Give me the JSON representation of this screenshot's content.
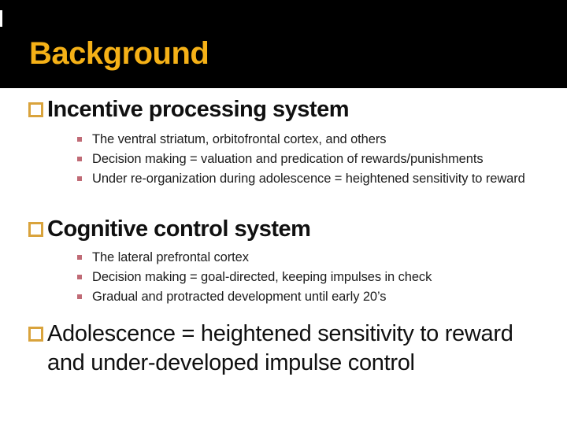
{
  "slide": {
    "title": "Background",
    "colors": {
      "banner": "#000000",
      "title_gold": "#F5B117",
      "heading_square_gold": "#D9A33C",
      "sub_bullet_pink": "#C06B76",
      "body_text": "#1C1C1C"
    },
    "sections": [
      {
        "heading": "Incentive processing system",
        "bullets": [
          "The ventral striatum, orbitofrontal cortex, and others",
          "Decision making = valuation and predication of rewards/punishments",
          "Under re-organization during adolescence = heightened sensitivity to reward"
        ]
      },
      {
        "heading": "Cognitive control system",
        "bullets": [
          "The lateral prefrontal cortex",
          "Decision making = goal-directed, keeping impulses in check",
          "Gradual and protracted development until early 20’s"
        ]
      },
      {
        "heading": "Adolescence = heightened sensitivity to reward and under-developed impulse control",
        "bullets": []
      }
    ]
  }
}
